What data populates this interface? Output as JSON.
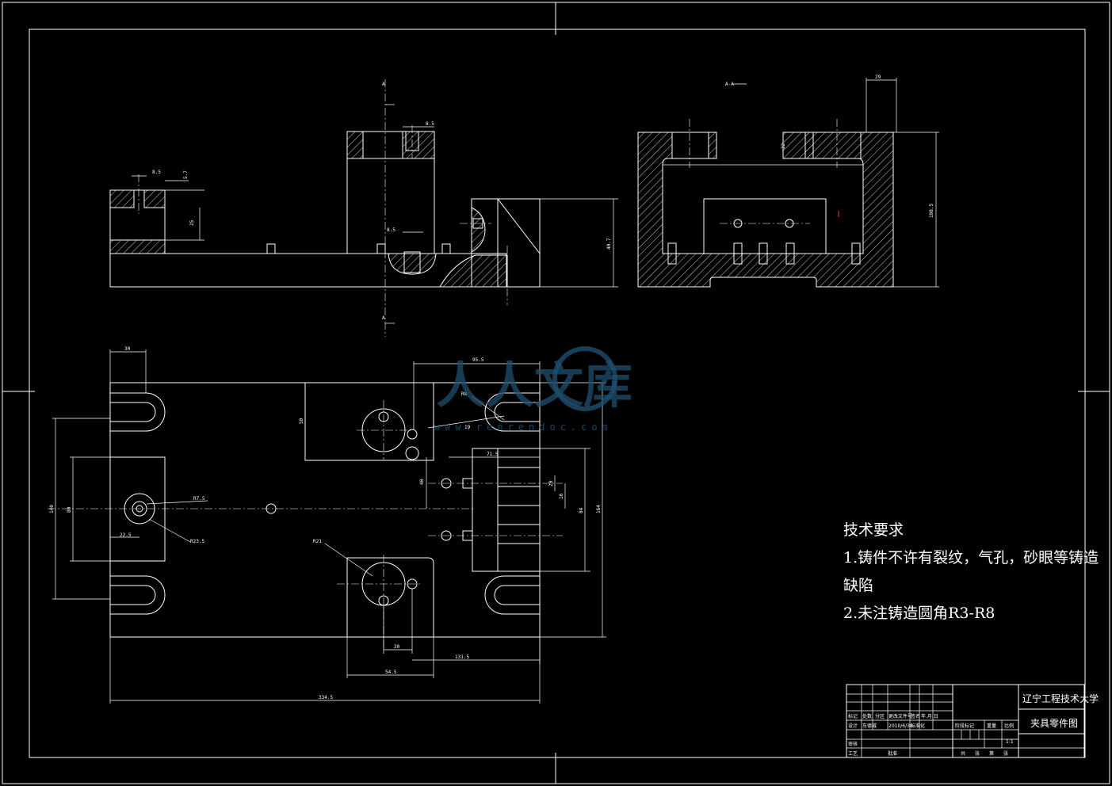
{
  "watermark": {
    "text": "人人文库",
    "sub": "www.renrendoc.com"
  },
  "tech_requirements": {
    "title": "技术要求",
    "line1": "1.铸件不许有裂纹，气孔，砂眼等铸造",
    "line2": "缺陷",
    "line3": "2.未注铸造圆角R3-R8"
  },
  "title_block": {
    "school": "辽宁工程技术大学",
    "drawing_name": "夹具零件图",
    "scale": "1:1",
    "headers": [
      "标记",
      "处数",
      "分区",
      "更改文件号",
      "签名",
      "年.月.日"
    ],
    "design_row": [
      "设计",
      "车德威",
      "2010/6/30",
      "标准化"
    ],
    "review": "审核",
    "process": "工艺",
    "approve": "批准",
    "stage_headers": [
      "阶段标记",
      "重量",
      "比例"
    ],
    "sheet": [
      "共",
      "张",
      "第",
      "张"
    ]
  },
  "dimensions": {
    "d_top1": "8.5",
    "d_top2": "5.7",
    "d_top3": "25",
    "d_top4": "8.5",
    "d_top5": "8.5",
    "d_top6": "40.7",
    "d_sec1": "29",
    "d_sec2": "22",
    "d_sec3": "108.5",
    "d_plan1": "30",
    "d_plan2": "95.5",
    "d_plan3": "R8",
    "d_plan4": "19",
    "d_plan5": "50",
    "d_plan6": "71.5",
    "d_plan7": "40",
    "d_plan8": "20",
    "d_plan9": "16",
    "d_plan10": "84",
    "d_plan11": "164",
    "d_plan12": "140",
    "d_plan13": "80",
    "d_plan14": "R7.5",
    "d_plan15": "R23.5",
    "d_plan16": "22.5",
    "d_plan17": "R21",
    "d_plan18": "20",
    "d_plan19": "131.5",
    "d_plan20": "54.5",
    "d_plan21": "334.5",
    "section_mark": "A-A",
    "cut_mark": "A"
  }
}
